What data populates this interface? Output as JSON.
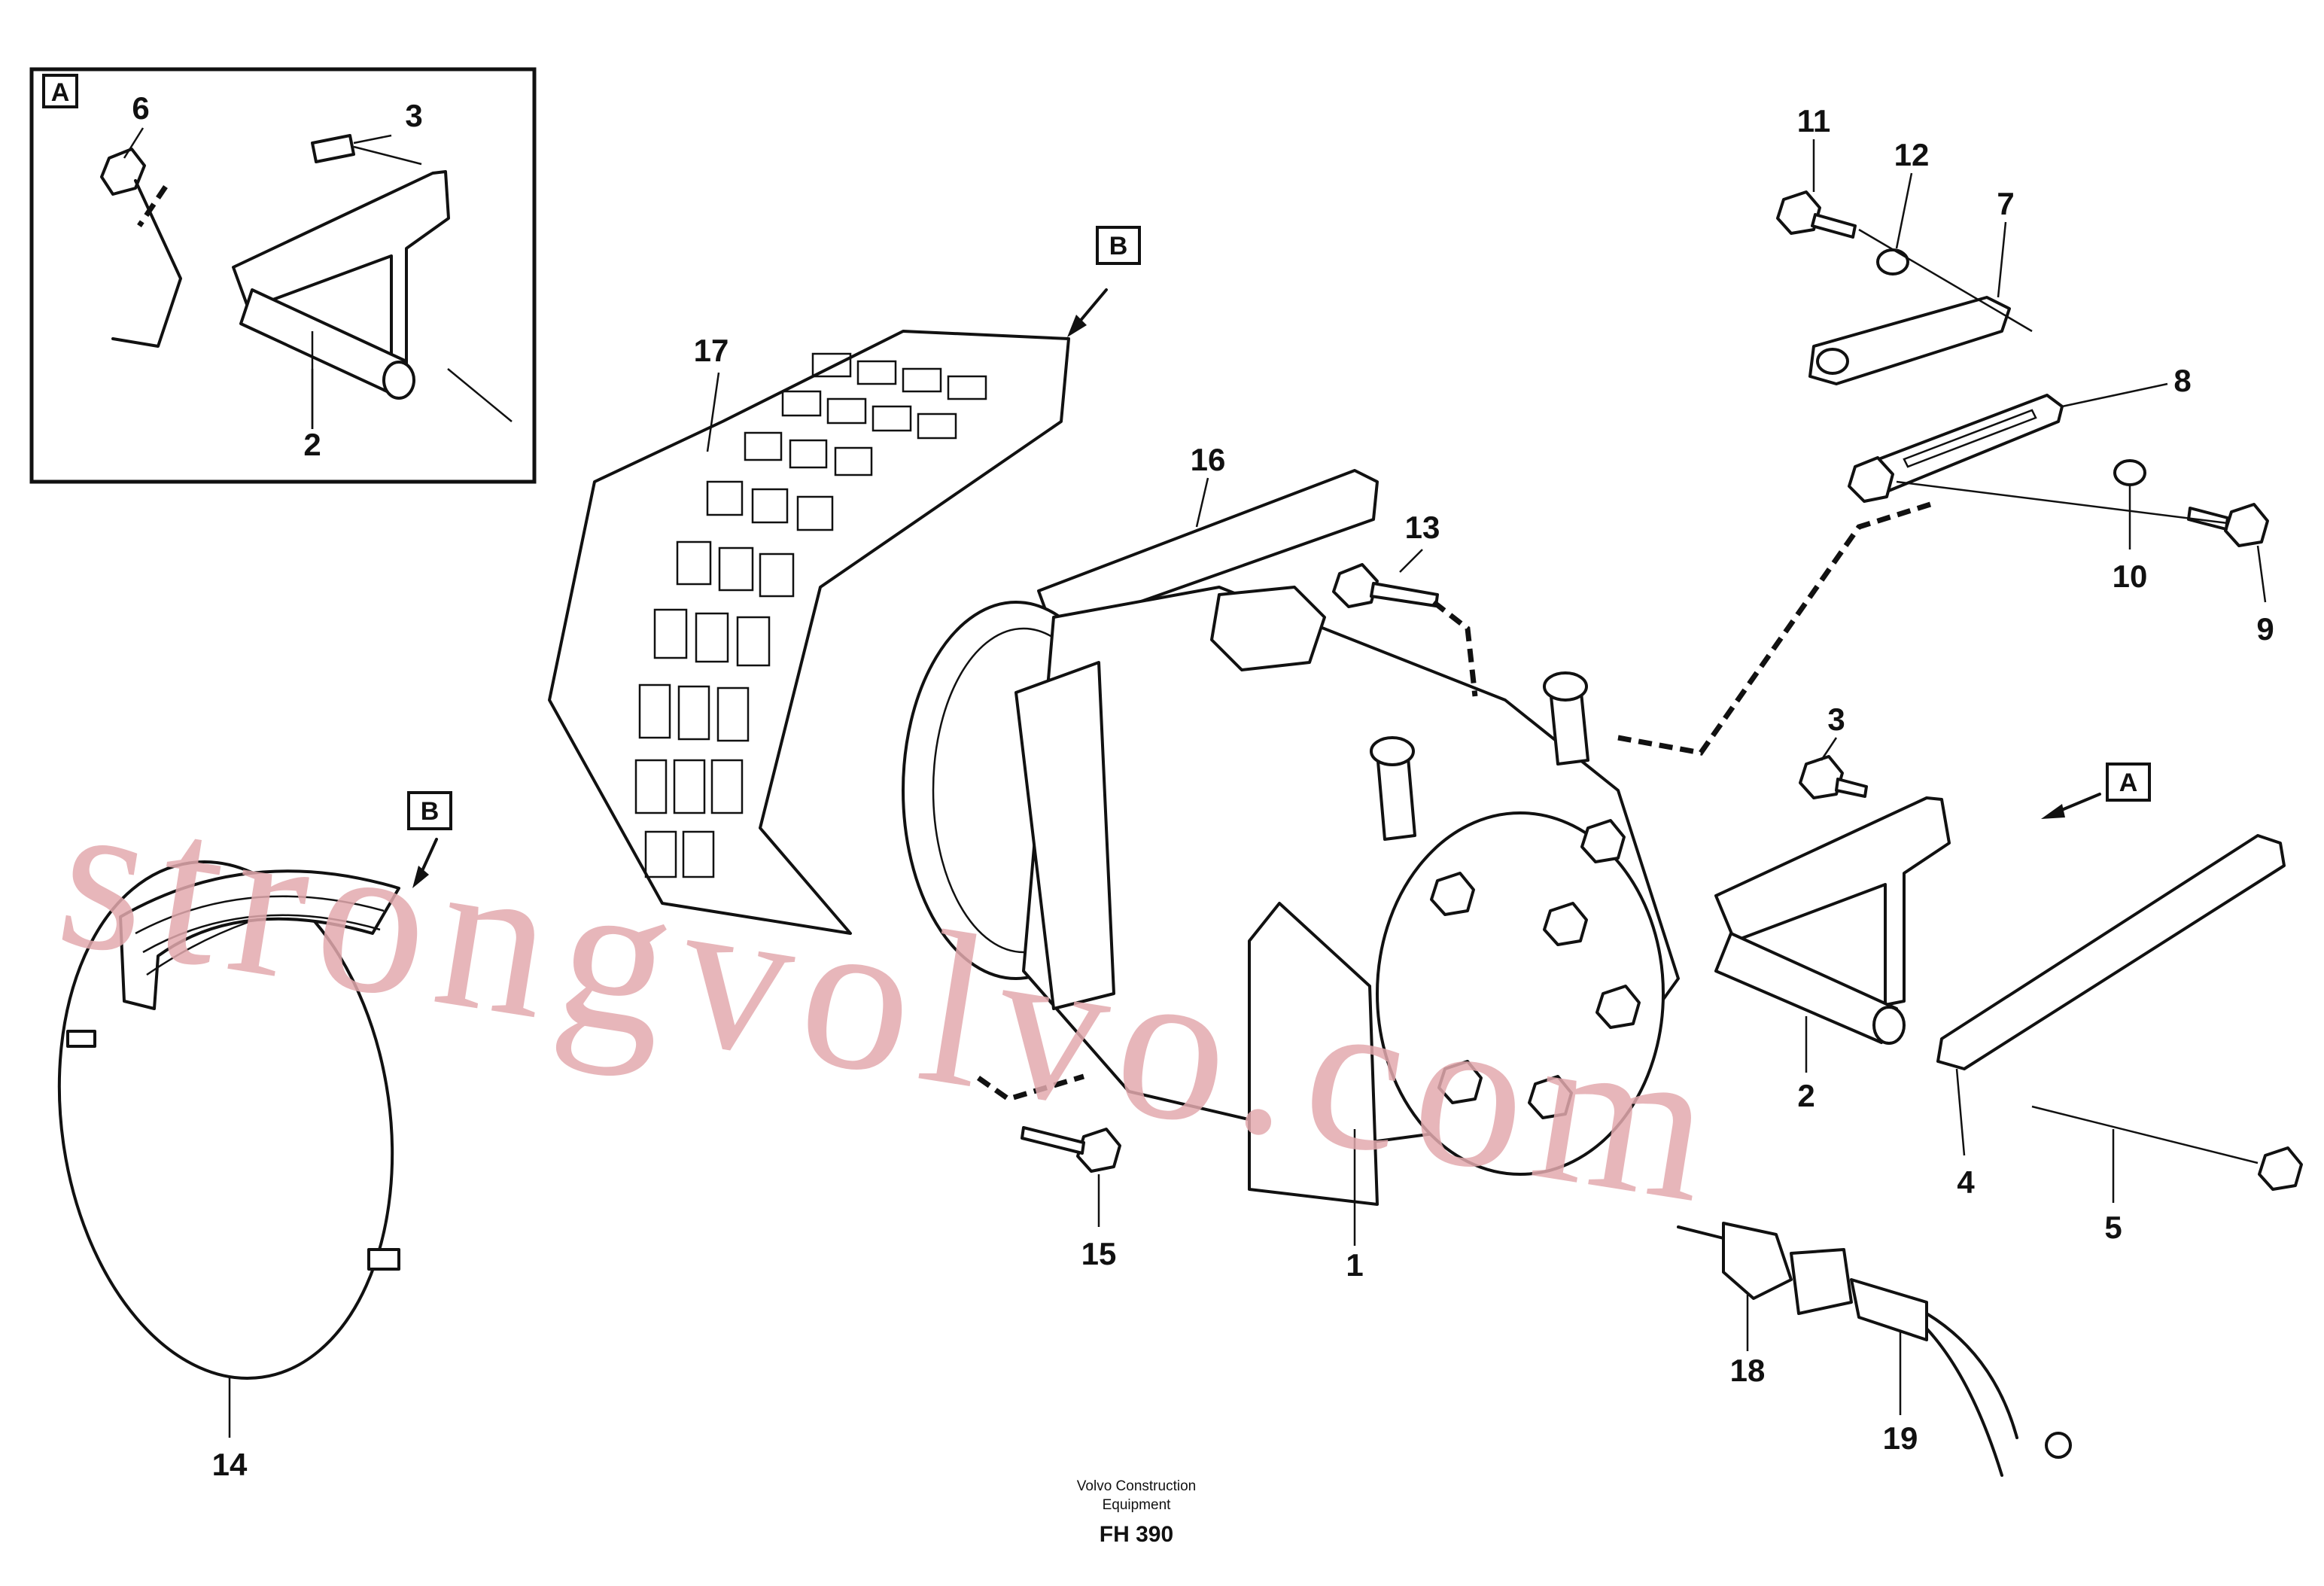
{
  "detail_box": {
    "letter": "A"
  },
  "arrows": {
    "view_b_main": "B",
    "view_b_band": "B",
    "view_a_main": "A"
  },
  "parts": {
    "p1": "1",
    "p2_detail": "2",
    "p2_main": "2",
    "p3_detail": "3",
    "p3_main": "3",
    "p4": "4",
    "p5": "5",
    "p6": "6",
    "p7": "7",
    "p8": "8",
    "p9": "9",
    "p10": "10",
    "p11": "11",
    "p12": "12",
    "p13": "13",
    "p14": "14",
    "p15": "15",
    "p16": "16",
    "p17": "17",
    "p18": "18",
    "p19": "19"
  },
  "footer": {
    "line1": "Volvo Construction",
    "line2": "Equipment",
    "code": "FH 390"
  },
  "watermark": "strongvolvo.com"
}
